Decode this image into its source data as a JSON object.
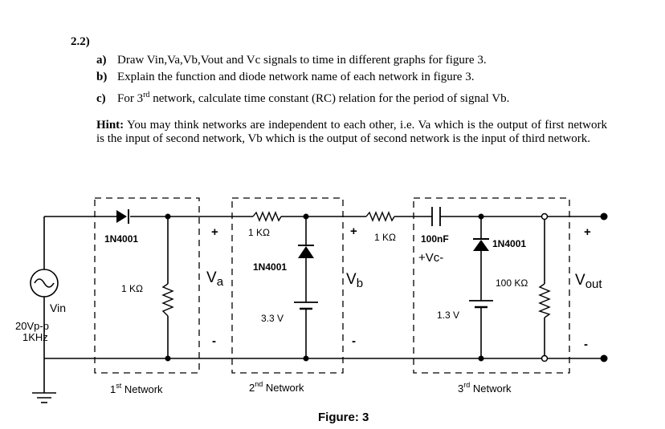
{
  "question": {
    "number": "2.2)",
    "items": [
      {
        "label": "a)",
        "text": "Draw Vin,Va,Vb,Vout and Vc signals to time in different graphs for figure 3."
      },
      {
        "label": "b)",
        "text": "Explain the function and diode network name of each network in figure 3."
      },
      {
        "label": "c)",
        "text_pre": "For 3",
        "sup": "rd",
        "text_post": " network, calculate time constant (RC) relation for the period of signal Vb."
      }
    ],
    "hint_label": "Hint:",
    "hint_text": " You may think networks are independent to each other, i.e. Va which is the output of first network is the input of second network, Vb which is the output of second network is the input of third network."
  },
  "circuit": {
    "source": {
      "line1": "Vin",
      "line2": "20Vp-p",
      "line3": "1KHz"
    },
    "network1": {
      "diode": "1N4001",
      "resistor": "1 KΩ",
      "caption_num": "1",
      "caption_sup": "st",
      "caption_word": " Network"
    },
    "va": {
      "plus": "+",
      "label": "V",
      "sub": "a",
      "minus": "-"
    },
    "network2": {
      "resistor": "1 KΩ",
      "diode": "1N4001",
      "battery": "3.3 V",
      "caption_num": "2",
      "caption_sup": "nd",
      "caption_word": " Network"
    },
    "vb": {
      "plus": "+",
      "label": "V",
      "sub": "b",
      "minus": "-"
    },
    "network3": {
      "resistor_in": "1 KΩ",
      "capacitor": "100nF",
      "cap_voltage": "+Vc-",
      "diode": "1N4001",
      "resistor": "100 KΩ",
      "battery": "1.3 V",
      "caption_num": "3",
      "caption_sup": "rd",
      "caption_word": " Network"
    },
    "vout": {
      "plus": "+",
      "label": "V",
      "sub": "out",
      "minus": "-"
    }
  },
  "figure_caption": "Figure: 3"
}
